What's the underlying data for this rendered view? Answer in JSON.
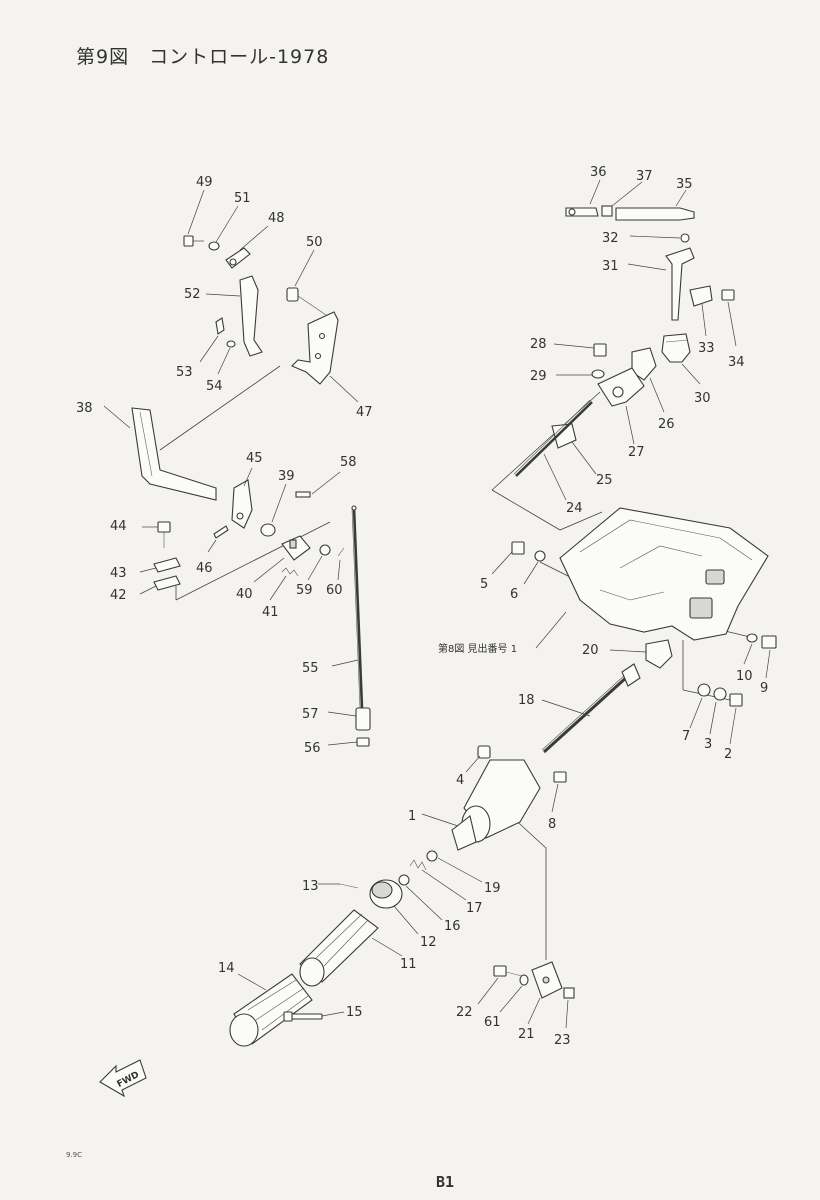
{
  "title": "第9図　コントロール-1978",
  "reference_note": "第8図 見出番号 1",
  "page_number": "B1",
  "model_code": "9.9C",
  "fwd_label": "FWD",
  "part_labels": {
    "p1": "1",
    "p2": "2",
    "p3": "3",
    "p4": "4",
    "p5": "5",
    "p6": "6",
    "p7": "7",
    "p8": "8",
    "p9": "9",
    "p10": "10",
    "p11": "11",
    "p12": "12",
    "p13": "13",
    "p14": "14",
    "p15": "15",
    "p16": "16",
    "p17": "17",
    "p18": "18",
    "p19": "19",
    "p20": "20",
    "p21": "21",
    "p22": "22",
    "p23": "23",
    "p24": "24",
    "p25": "25",
    "p26": "26",
    "p27": "27",
    "p28": "28",
    "p29": "29",
    "p30": "30",
    "p31": "31",
    "p32": "32",
    "p33": "33",
    "p34": "34",
    "p35": "35",
    "p36": "36",
    "p37": "37",
    "p38": "38",
    "p39": "39",
    "p40": "40",
    "p41": "41",
    "p42": "42",
    "p43": "43",
    "p44": "44",
    "p45": "45",
    "p46": "46",
    "p47": "47",
    "p48": "48",
    "p49": "49",
    "p50": "50",
    "p51": "51",
    "p52": "52",
    "p53": "53",
    "p54": "54",
    "p55": "55",
    "p56": "56",
    "p57": "57",
    "p58": "58",
    "p59": "59",
    "p60": "60",
    "p61": "61"
  }
}
